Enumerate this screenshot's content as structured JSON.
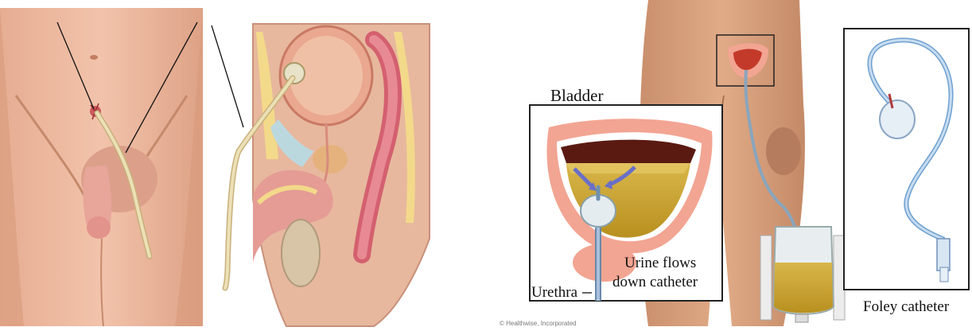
{
  "labels": {
    "bladder": "Bladder",
    "urine_line1": "Urine flows",
    "urine_line2": "down catheter",
    "urethra": "Urethra",
    "foley": "Foley catheter"
  },
  "credit": "© Healthwise, Incorporated",
  "colors": {
    "skin": "#eab49b",
    "skin_dark": "#d4966f",
    "bladder_wall": "#f2a592",
    "urine": "#c9a62f",
    "catheter": "#e8d8a8",
    "catheter_blue": "#7fa8d8",
    "frame": "#222222"
  }
}
